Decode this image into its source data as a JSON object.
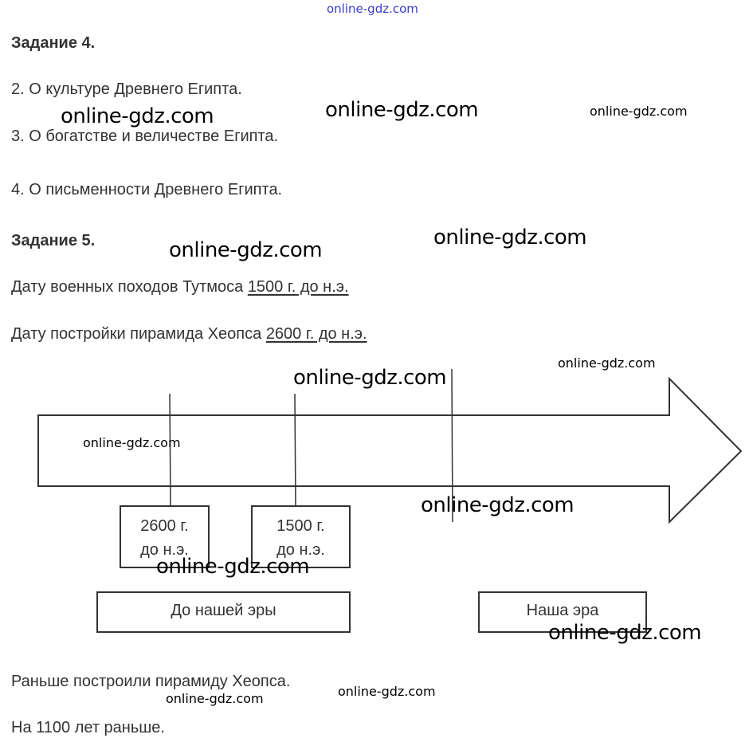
{
  "watermark": "online-gdz.com",
  "task4": {
    "heading": "Задание 4.",
    "items": [
      "2. О культуре Древнего Египта.",
      "3. О богатстве и величестве Египта.",
      "4. О письменности Древнего Египта."
    ]
  },
  "task5": {
    "heading": "Задание 5.",
    "line1_label": "Дату военных походов Тутмоса",
    "line1_value": "1500 г. до н.э.",
    "line2_label": "Дату постройки пирамида Хеопса",
    "line2_value": "2600 г. до н.э.",
    "timeline": {
      "marker1": {
        "line1": "2600 г.",
        "line2": "до н.э."
      },
      "marker2": {
        "line1": "1500 г.",
        "line2": "до н.э."
      },
      "era_bc": "До нашей эры",
      "era_ad": "Наша эра"
    },
    "answer1": "Раньше построили пирамиду Хеопса.",
    "answer2": "На 1100 лет раньше."
  }
}
